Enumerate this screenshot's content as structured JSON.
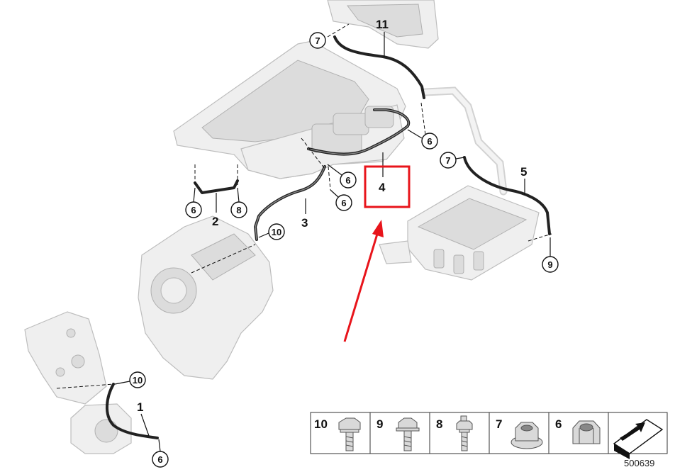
{
  "diagram": {
    "part_labels": {
      "p1": "1",
      "p2": "2",
      "p3": "3",
      "p4": "4",
      "p5": "5",
      "p11": "11"
    },
    "callouts": {
      "c6a": "6",
      "c6b": "6",
      "c6c": "6",
      "c6d": "6",
      "c6e": "6",
      "c7a": "7",
      "c7b": "7",
      "c8": "8",
      "c9": "9",
      "c10a": "10",
      "c10b": "10"
    },
    "highlight": {
      "target": "4",
      "box_color": "#e8141b",
      "arrow_color": "#e8141b"
    },
    "legend": {
      "items": [
        {
          "num": "10",
          "icon": "hex-bolt-flange-icon"
        },
        {
          "num": "9",
          "icon": "hex-bolt-washer-icon"
        },
        {
          "num": "8",
          "icon": "stud-bolt-icon"
        },
        {
          "num": "7",
          "icon": "flange-nut-icon"
        },
        {
          "num": "6",
          "icon": "hex-nut-icon"
        }
      ],
      "last_icon": "arrow-sheet-icon"
    },
    "document_number": "500639"
  }
}
